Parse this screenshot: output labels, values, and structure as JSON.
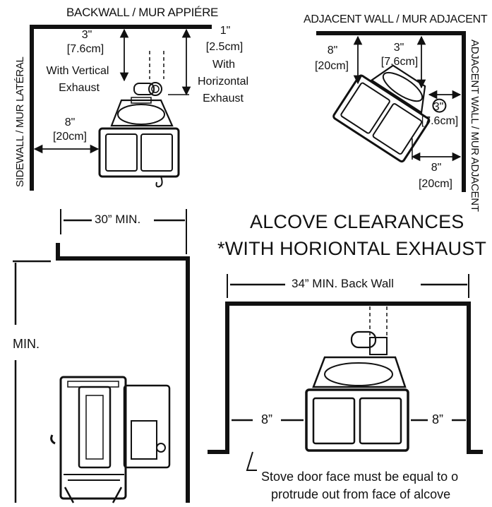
{
  "top_left": {
    "backwall_label": "BACKWALL / MUR APPIÉRE",
    "sidewall_label": "SIDEWALL / MUR LATÉRAL",
    "vertical": {
      "dim": "3\"",
      "metric": "[7.6cm]",
      "note_line1": "With Vertical",
      "note_line2": "Exhaust"
    },
    "horizontal": {
      "dim": "1\"",
      "metric": "[2.5cm]",
      "note_line1": "With",
      "note_line2": "Horizontal",
      "note_line3": "Exhaust"
    },
    "side": {
      "dim": "8\"",
      "metric": "[20cm]"
    }
  },
  "top_right": {
    "adjacent_label": "ADJACENT WALL / MUR ADJACENT",
    "adjacent_vertical_label": "ADJACENT WALL / MUR ADJACENT",
    "left": {
      "dim": "8\"",
      "metric": "[20cm]"
    },
    "top": {
      "dim": "3\"",
      "metric": "[7.6cm]"
    },
    "right": {
      "dim": "3\"",
      "metric": "[7.6cm]"
    },
    "bottom": {
      "dim": "8\"",
      "metric": "[20cm]"
    }
  },
  "bottom_left": {
    "width_label": "30” MIN.",
    "height_label": "MIN."
  },
  "bottom_right": {
    "title_line1": "ALCOVE CLEARANCES",
    "title_line2": "*WITH HORIONTAL EXHAUST",
    "backwall_label": "34” MIN. Back Wall",
    "left_gap": "8”",
    "right_gap": "8”",
    "note_line1": "Stove door face must be equal to o",
    "note_line2": "protrude out from face of alcove"
  },
  "colors": {
    "ink": "#111111",
    "panel": "#ffffff"
  }
}
